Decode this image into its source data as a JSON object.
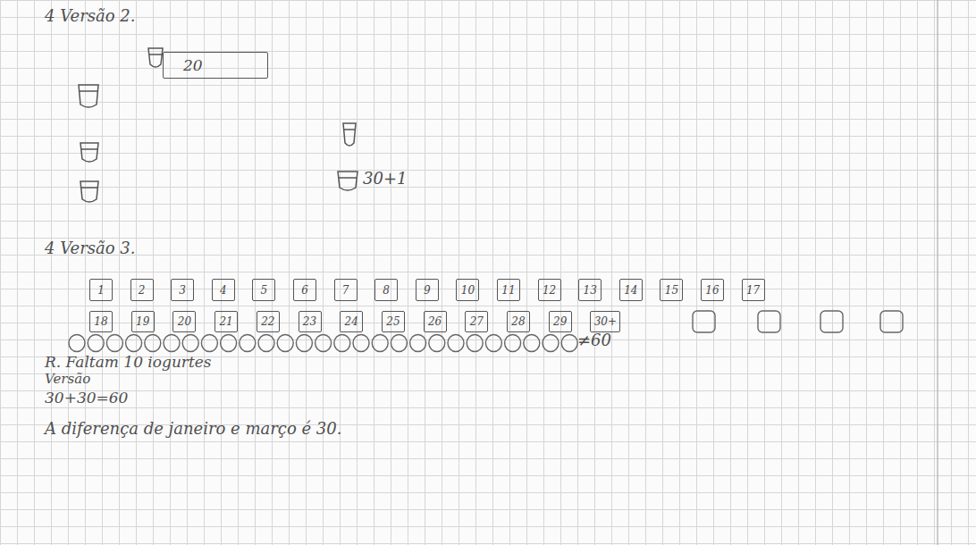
{
  "diagram": {
    "nodes": [
      {
        "text": [
          "20"
        ]
      },
      {
        "text": [
          "1"
        ]
      },
      {
        "text": [
          "2"
        ]
      },
      {
        "text": [
          "3"
        ]
      },
      {
        "text": [
          "4"
        ]
      },
      {
        "text": [
          "5"
        ]
      },
      {
        "text": [
          "6"
        ]
      },
      {
        "text": [
          "7"
        ]
      },
      {
        "text": [
          "8"
        ]
      },
      {
        "text": [
          "9"
        ]
      },
      {
        "text": [
          "10"
        ]
      },
      {
        "text": [
          "11"
        ]
      },
      {
        "text": [
          "12"
        ]
      },
      {
        "text": [
          "13"
        ]
      },
      {
        "text": [
          "14"
        ]
      },
      {
        "text": [
          "15"
        ]
      },
      {
        "text": [
          "16"
        ]
      },
      {
        "text": [
          "17"
        ]
      },
      {
        "text": [
          "18"
        ]
      },
      {
        "text": [
          "19"
        ]
      },
      {
        "text": [
          "20"
        ]
      },
      {
        "text": [
          "21"
        ]
      },
      {
        "text": [
          "22"
        ]
      },
      {
        "text": [
          "23"
        ]
      },
      {
        "text": [
          "24"
        ]
      },
      {
        "text": [
          "25"
        ]
      },
      {
        "text": [
          "26"
        ]
      },
      {
        "text": [
          "27"
        ]
      },
      {
        "text": [
          "28"
        ]
      },
      {
        "text": [
          "29"
        ]
      },
      {
        "text": [
          "30+"
        ]
      }
    ],
    "labels": [
      "4 Versão 2.",
      "30+1",
      "4 Versão 3.",
      "≠60",
      "R. Faltam 10 iogurtes",
      "Versão",
      "30+30=60",
      "A diferença de janeiro e março é 30."
    ]
  }
}
